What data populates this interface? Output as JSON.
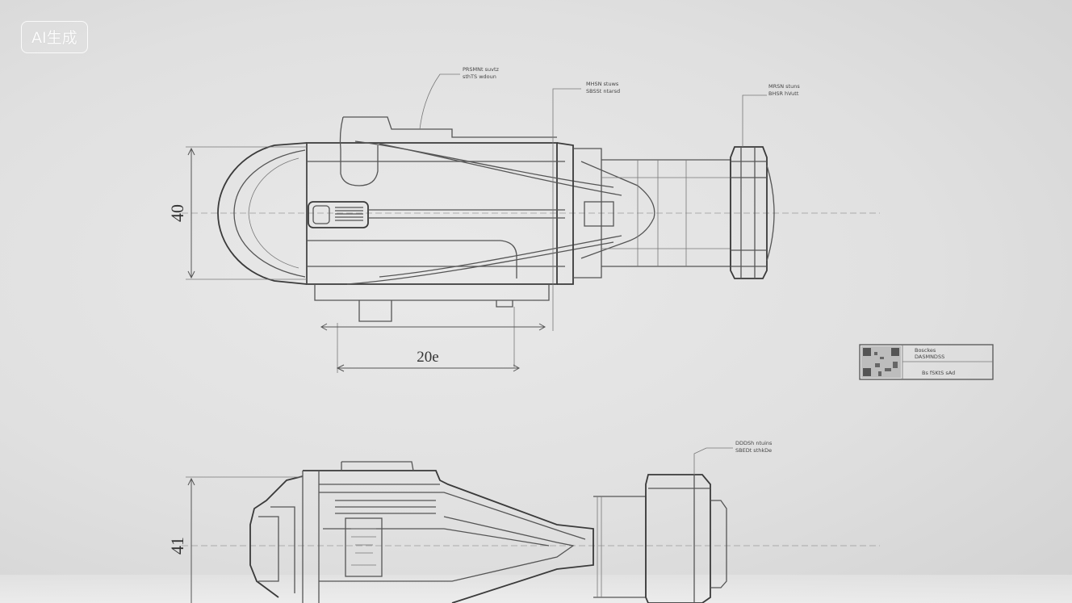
{
  "watermark": "AI生成",
  "top_view": {
    "height_dim": "40",
    "length_dim": "20e"
  },
  "bottom_view": {
    "height_dim": "41"
  },
  "callouts": {
    "c1": [
      "PRSMNt suvtz",
      "sthTS wdoun"
    ],
    "c2": [
      "MHSN stuws",
      "SBSSt ntarsd"
    ],
    "c3": [
      "MRSN stuns",
      "BHSR hVutt"
    ],
    "c4": [
      "DDDSh ntuins",
      "SBEDt sthkDe"
    ]
  },
  "title_block": {
    "row1": "Bosckes",
    "row2": "DASMNDSS",
    "row3": "Bs fSKtS sAd"
  },
  "colors": {
    "line": "#555555",
    "centerline": "#9a9a9a",
    "background": "#e3e3e3"
  }
}
